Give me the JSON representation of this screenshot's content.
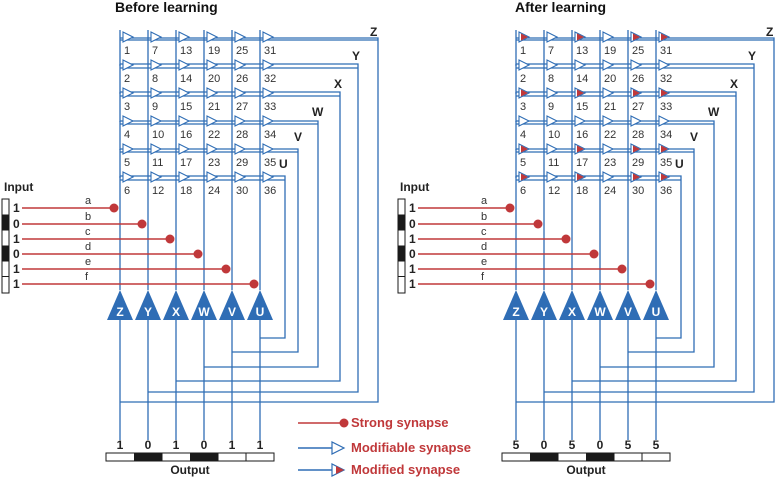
{
  "panels": [
    {
      "title": "Before learning",
      "input_label": "Input",
      "inputs": [
        {
          "line": "a",
          "value": "1"
        },
        {
          "line": "b",
          "value": "0"
        },
        {
          "line": "c",
          "value": "1"
        },
        {
          "line": "d",
          "value": "0"
        },
        {
          "line": "e",
          "value": "1"
        },
        {
          "line": "f",
          "value": "1"
        }
      ],
      "input_bits": [
        1,
        0,
        1,
        0,
        1,
        1
      ],
      "neurons": [
        "Z",
        "Y",
        "X",
        "W",
        "V",
        "U"
      ],
      "feedback_labels": [
        "Z",
        "Y",
        "X",
        "W",
        "V",
        "U"
      ],
      "synapse_numbers": [
        [
          "1",
          "7",
          "13",
          "19",
          "25",
          "31"
        ],
        [
          "2",
          "8",
          "14",
          "20",
          "26",
          "32"
        ],
        [
          "3",
          "9",
          "15",
          "21",
          "27",
          "33"
        ],
        [
          "4",
          "10",
          "16",
          "22",
          "28",
          "34"
        ],
        [
          "5",
          "11",
          "17",
          "23",
          "29",
          "35"
        ],
        [
          "6",
          "12",
          "18",
          "24",
          "30",
          "36"
        ]
      ],
      "modified": [],
      "outputs": [
        "1",
        "0",
        "1",
        "0",
        "1",
        "1"
      ],
      "output_bits": [
        1,
        0,
        1,
        0,
        1,
        1
      ],
      "output_label": "Output"
    },
    {
      "title": "After learning",
      "input_label": "Input",
      "inputs": [
        {
          "line": "a",
          "value": "1"
        },
        {
          "line": "b",
          "value": "0"
        },
        {
          "line": "c",
          "value": "1"
        },
        {
          "line": "d",
          "value": "0"
        },
        {
          "line": "e",
          "value": "1"
        },
        {
          "line": "f",
          "value": "1"
        }
      ],
      "input_bits": [
        1,
        0,
        1,
        0,
        1,
        1
      ],
      "neurons": [
        "Z",
        "Y",
        "X",
        "W",
        "V",
        "U"
      ],
      "feedback_labels": [
        "Z",
        "Y",
        "X",
        "W",
        "V",
        "U"
      ],
      "synapse_numbers": [
        [
          "1",
          "7",
          "13",
          "19",
          "25",
          "31"
        ],
        [
          "2",
          "8",
          "14",
          "20",
          "26",
          "32"
        ],
        [
          "3",
          "9",
          "15",
          "21",
          "27",
          "33"
        ],
        [
          "4",
          "10",
          "16",
          "22",
          "28",
          "34"
        ],
        [
          "5",
          "11",
          "17",
          "23",
          "29",
          "35"
        ],
        [
          "6",
          "12",
          "18",
          "24",
          "30",
          "36"
        ]
      ],
      "modified": [
        "1",
        "3",
        "5",
        "6",
        "13",
        "15",
        "17",
        "18",
        "25",
        "27",
        "29",
        "30",
        "31",
        "33",
        "35",
        "36"
      ],
      "outputs": [
        "5",
        "0",
        "5",
        "0",
        "5",
        "5"
      ],
      "output_bits": [
        1,
        0,
        1,
        0,
        1,
        1
      ],
      "output_label": "Output"
    }
  ],
  "legend": [
    {
      "key": "strong",
      "label": "Strong synapse"
    },
    {
      "key": "modifiable",
      "label": "Modifiable synapse"
    },
    {
      "key": "modified",
      "label": "Modified synapse"
    }
  ],
  "colors": {
    "blue": "#2f6db5",
    "red": "#c0383a",
    "dark": "#1a1a1a"
  }
}
